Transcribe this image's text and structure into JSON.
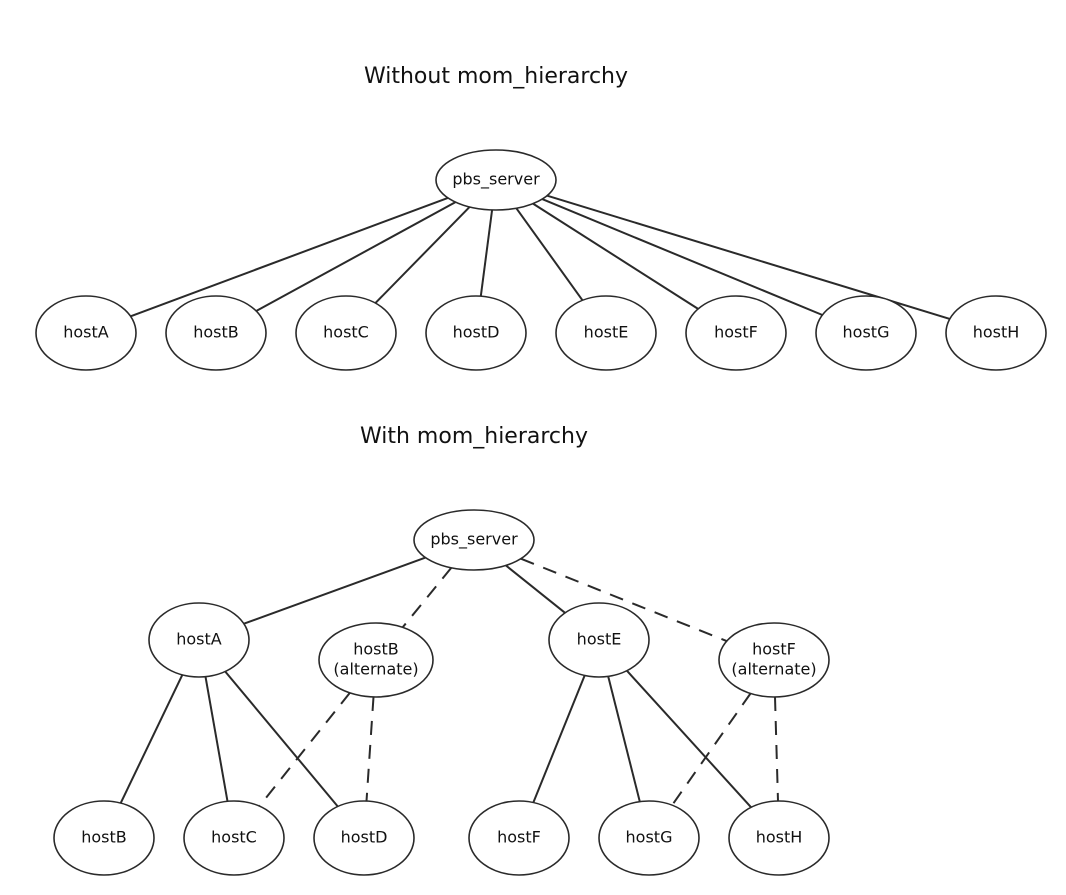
{
  "sections": [
    {
      "title": "Without mom_hierarchy",
      "nodes": [
        {
          "id": "root",
          "lines": [
            "pbs_server"
          ]
        },
        {
          "id": "hostA",
          "lines": [
            "hostA"
          ]
        },
        {
          "id": "hostB",
          "lines": [
            "hostB"
          ]
        },
        {
          "id": "hostC",
          "lines": [
            "hostC"
          ]
        },
        {
          "id": "hostD",
          "lines": [
            "hostD"
          ]
        },
        {
          "id": "hostE",
          "lines": [
            "hostE"
          ]
        },
        {
          "id": "hostF",
          "lines": [
            "hostF"
          ]
        },
        {
          "id": "hostG",
          "lines": [
            "hostG"
          ]
        },
        {
          "id": "hostH",
          "lines": [
            "hostH"
          ]
        }
      ],
      "edges": [
        {
          "from": "root",
          "to": "hostA",
          "style": "solid"
        },
        {
          "from": "root",
          "to": "hostB",
          "style": "solid"
        },
        {
          "from": "root",
          "to": "hostC",
          "style": "solid"
        },
        {
          "from": "root",
          "to": "hostD",
          "style": "solid"
        },
        {
          "from": "root",
          "to": "hostE",
          "style": "solid"
        },
        {
          "from": "root",
          "to": "hostF",
          "style": "solid"
        },
        {
          "from": "root",
          "to": "hostG",
          "style": "solid"
        },
        {
          "from": "root",
          "to": "hostH",
          "style": "solid"
        }
      ]
    },
    {
      "title": "With mom_hierarchy",
      "nodes": [
        {
          "id": "root2",
          "lines": [
            "pbs_server"
          ]
        },
        {
          "id": "hostA2",
          "lines": [
            "hostA"
          ]
        },
        {
          "id": "hostBalt",
          "lines": [
            "hostB",
            "(alternate)"
          ]
        },
        {
          "id": "hostE2",
          "lines": [
            "hostE"
          ]
        },
        {
          "id": "hostFalt",
          "lines": [
            "hostF",
            "(alternate)"
          ]
        },
        {
          "id": "hostB2",
          "lines": [
            "hostB"
          ]
        },
        {
          "id": "hostC2",
          "lines": [
            "hostC"
          ]
        },
        {
          "id": "hostD2",
          "lines": [
            "hostD"
          ]
        },
        {
          "id": "hostF2",
          "lines": [
            "hostF"
          ]
        },
        {
          "id": "hostG2",
          "lines": [
            "hostG"
          ]
        },
        {
          "id": "hostH2",
          "lines": [
            "hostH"
          ]
        }
      ],
      "edges": [
        {
          "from": "root2",
          "to": "hostA2",
          "style": "solid"
        },
        {
          "from": "root2",
          "to": "hostBalt",
          "style": "dashed"
        },
        {
          "from": "root2",
          "to": "hostE2",
          "style": "solid"
        },
        {
          "from": "root2",
          "to": "hostFalt",
          "style": "dashed"
        },
        {
          "from": "hostA2",
          "to": "hostB2",
          "style": "solid"
        },
        {
          "from": "hostA2",
          "to": "hostC2",
          "style": "solid"
        },
        {
          "from": "hostA2",
          "to": "hostD2",
          "style": "solid"
        },
        {
          "from": "hostBalt",
          "to": "hostC2",
          "style": "dashed"
        },
        {
          "from": "hostBalt",
          "to": "hostD2",
          "style": "dashed"
        },
        {
          "from": "hostE2",
          "to": "hostF2",
          "style": "solid"
        },
        {
          "from": "hostE2",
          "to": "hostG2",
          "style": "solid"
        },
        {
          "from": "hostE2",
          "to": "hostH2",
          "style": "solid"
        },
        {
          "from": "hostFalt",
          "to": "hostG2",
          "style": "dashed"
        },
        {
          "from": "hostFalt",
          "to": "hostH2",
          "style": "dashed"
        }
      ]
    }
  ]
}
